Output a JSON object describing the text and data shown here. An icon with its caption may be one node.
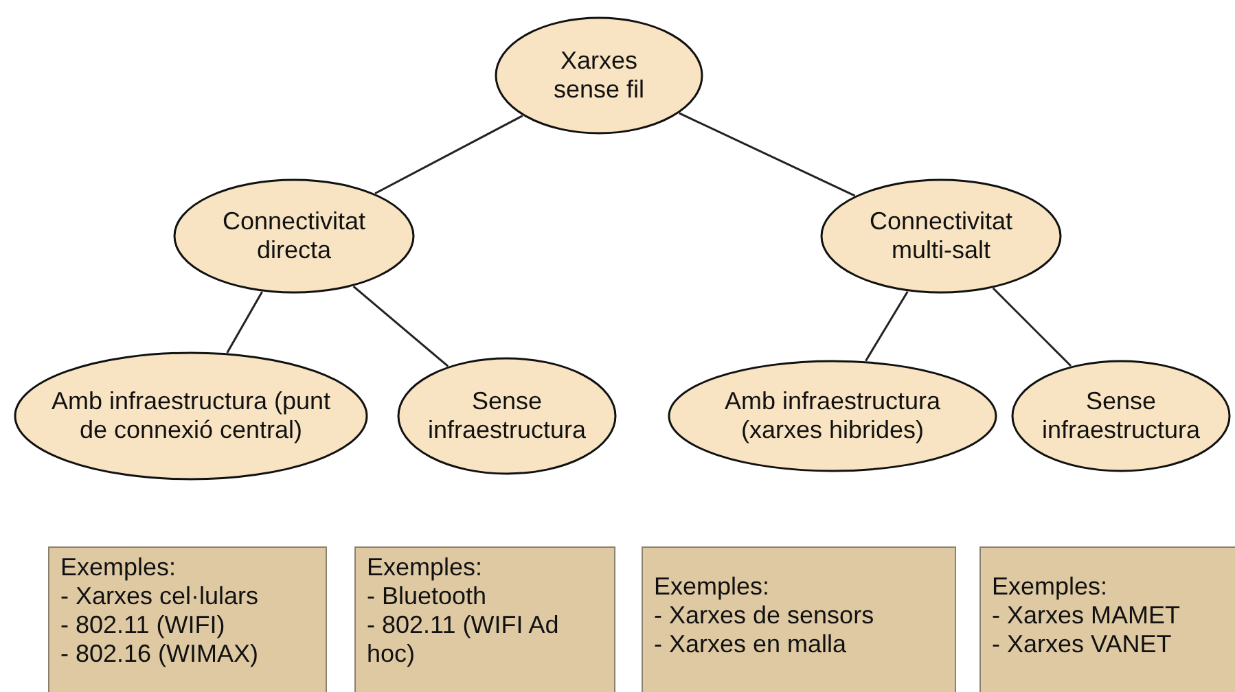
{
  "diagram": {
    "nodes": [
      {
        "text": [
          "Xarxes sense fil"
        ]
      },
      {
        "text": [
          "Connectivitat directa"
        ]
      },
      {
        "text": [
          "Connectivitat multi-salt"
        ]
      },
      {
        "text": [
          "Amb infraestructura (punt de connexió central)"
        ]
      },
      {
        "text": [
          "Sense infraestructura"
        ]
      },
      {
        "text": [
          "Amb infraestructura (xarxes hibrides)"
        ]
      },
      {
        "text": [
          "Sense infraestructura"
        ]
      },
      {
        "text": [
          "Exemples:",
          "- Xarxes cel·lulars",
          "- 802.11 (WIFI)",
          "- 802.16 (WIMAX)"
        ]
      },
      {
        "text": [
          "Exemples:",
          "- Bluetooth",
          "- 802.11 (WIFI Ad hoc)"
        ]
      },
      {
        "text": [
          "Exemples:",
          "- Xarxes de sensors",
          "- Xarxes en malla"
        ]
      },
      {
        "text": [
          "Exemples:",
          "- Xarxes MAMET",
          "- Xarxes VANET"
        ]
      }
    ],
    "edges": [
      {
        "from": 0,
        "to": 1,
        "arrow": "none"
      },
      {
        "from": 0,
        "to": 2,
        "arrow": "none"
      },
      {
        "from": 1,
        "to": 3,
        "arrow": "none"
      },
      {
        "from": 1,
        "to": 4,
        "arrow": "none"
      },
      {
        "from": 2,
        "to": 5,
        "arrow": "none"
      },
      {
        "from": 2,
        "to": 6,
        "arrow": "none"
      }
    ]
  }
}
